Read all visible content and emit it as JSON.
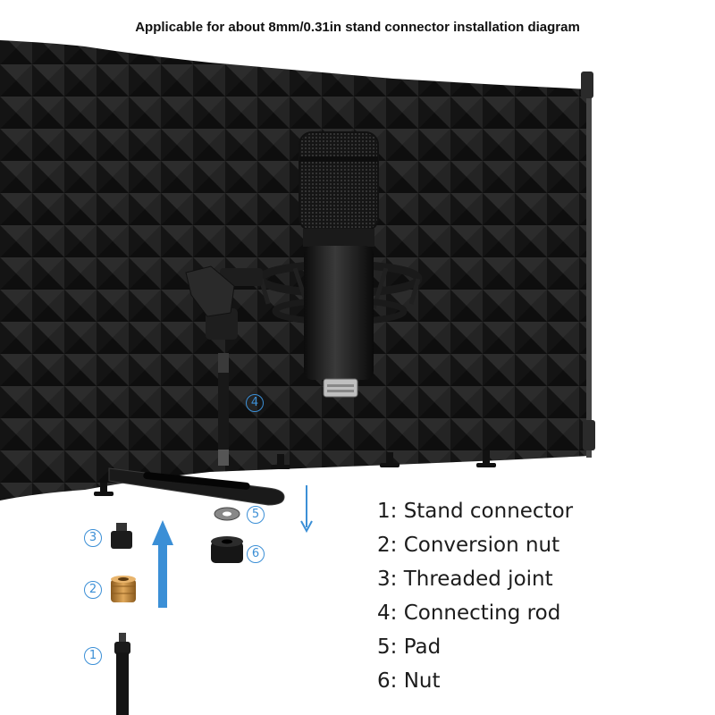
{
  "title": "Applicable for about 8mm/0.31in stand connector installation diagram",
  "parts": [
    {
      "number": "1",
      "label": "1: Stand connector"
    },
    {
      "number": "2",
      "label": "2: Conversion nut"
    },
    {
      "number": "3",
      "label": "3: Threaded joint"
    },
    {
      "number": "4",
      "label": "4: Connecting rod"
    },
    {
      "number": "5",
      "label": "5: Pad"
    },
    {
      "number": "6",
      "label": "6: Nut"
    }
  ],
  "colors": {
    "accent": "#3b8fd6",
    "foam": "#1e1e1e",
    "brass": "#c48a3a"
  },
  "icons": {
    "shield": "acoustic-foam-shield",
    "microphone": "condenser-microphone",
    "up_arrow": "arrow-up-icon",
    "down_arrow": "arrow-down-icon"
  }
}
